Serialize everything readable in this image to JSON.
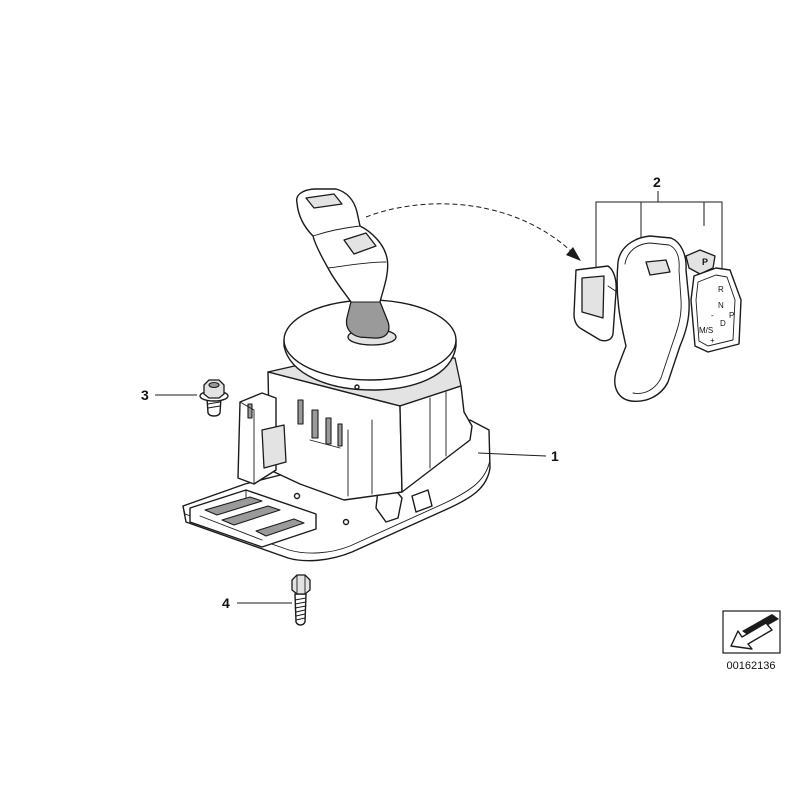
{
  "callouts": {
    "part1": "1",
    "part2": "2",
    "part3": "3",
    "part4": "4"
  },
  "knob_cover": {
    "park_button": "P",
    "pattern": {
      "reverse": "R",
      "neutral": "N",
      "park": "P",
      "drive": "D",
      "manual_sport": "M/S",
      "minus": "-",
      "plus": "+"
    }
  },
  "diagram_id": "00162136",
  "colors": {
    "line": "#1b1b1b",
    "shade": "#e3e3e3",
    "dark": "#9a9a9a",
    "background": "#ffffff"
  }
}
